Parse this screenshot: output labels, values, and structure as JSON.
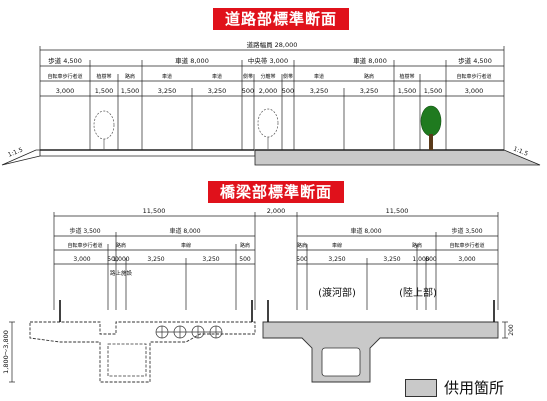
{
  "road": {
    "title": "道路部標準断面",
    "total": "道路幅員 28,000",
    "seg1": [
      {
        "label": "歩道 4,500"
      },
      {
        "label": "車道 8,000"
      },
      {
        "label": "中央帯 3,000"
      },
      {
        "label": "車道 8,000"
      },
      {
        "label": "歩道 4,500"
      }
    ],
    "seg2": [
      {
        "label": "自転車歩行者道"
      },
      {
        "label": "植樹帯"
      },
      {
        "label": "路肩"
      },
      {
        "label": "車道"
      },
      {
        "label": "車道"
      },
      {
        "label": "側帯"
      },
      {
        "label": "分離帯"
      },
      {
        "label": "側帯"
      },
      {
        "label": "車道"
      },
      {
        "label": "路肩"
      },
      {
        "label": "植樹帯"
      },
      {
        "label": "自転車歩行者道"
      }
    ],
    "seg3": [
      {
        "label": "3,000"
      },
      {
        "label": "1,500"
      },
      {
        "label": "1,500"
      },
      {
        "label": "3,250"
      },
      {
        "label": "3,250"
      },
      {
        "label": "500"
      },
      {
        "label": "2,000"
      },
      {
        "label": "500"
      },
      {
        "label": "3,250"
      },
      {
        "label": "3,250"
      },
      {
        "label": "1,500"
      },
      {
        "label": "1,500"
      },
      {
        "label": "3,000"
      }
    ],
    "slope_left": "1:1.5",
    "slope_right": "1:1.5"
  },
  "bridge": {
    "title": "橋梁部標準断面",
    "top": [
      {
        "label": "11,500"
      },
      {
        "label": "2,000"
      },
      {
        "label": "11,500"
      }
    ],
    "left_row1": [
      {
        "label": "歩道 3,500"
      },
      {
        "label": "車道 8,000"
      }
    ],
    "left_row2": [
      {
        "label": "自転車歩行者道"
      },
      {
        "label": "路肩"
      },
      {
        "label": "車線"
      },
      {
        "label": "路肩"
      }
    ],
    "left_row3": [
      {
        "label": "3,000"
      },
      {
        "label": "500"
      },
      {
        "label": "1,000"
      },
      {
        "label": "3,250"
      },
      {
        "label": "3,250"
      },
      {
        "label": "500"
      }
    ],
    "left_note": "路上施設",
    "right_row1": [
      {
        "label": "車道 8,000"
      },
      {
        "label": "歩道 3,500"
      }
    ],
    "right_row2": [
      {
        "label": "路肩"
      },
      {
        "label": "車線"
      },
      {
        "label": "路肩"
      },
      {
        "label": "自転車歩行者道"
      }
    ],
    "right_row3": [
      {
        "label": "500"
      },
      {
        "label": "3,250"
      },
      {
        "label": "3,250"
      },
      {
        "label": "1,000"
      },
      {
        "label": "500"
      },
      {
        "label": "3,000"
      }
    ],
    "label_river": "(渡河部)",
    "label_land": "(陸上部)",
    "height_left": "1,800〜3,800",
    "height_right": "200"
  },
  "legend": {
    "text": "供用箇所",
    "color": "#c9c9c9"
  }
}
